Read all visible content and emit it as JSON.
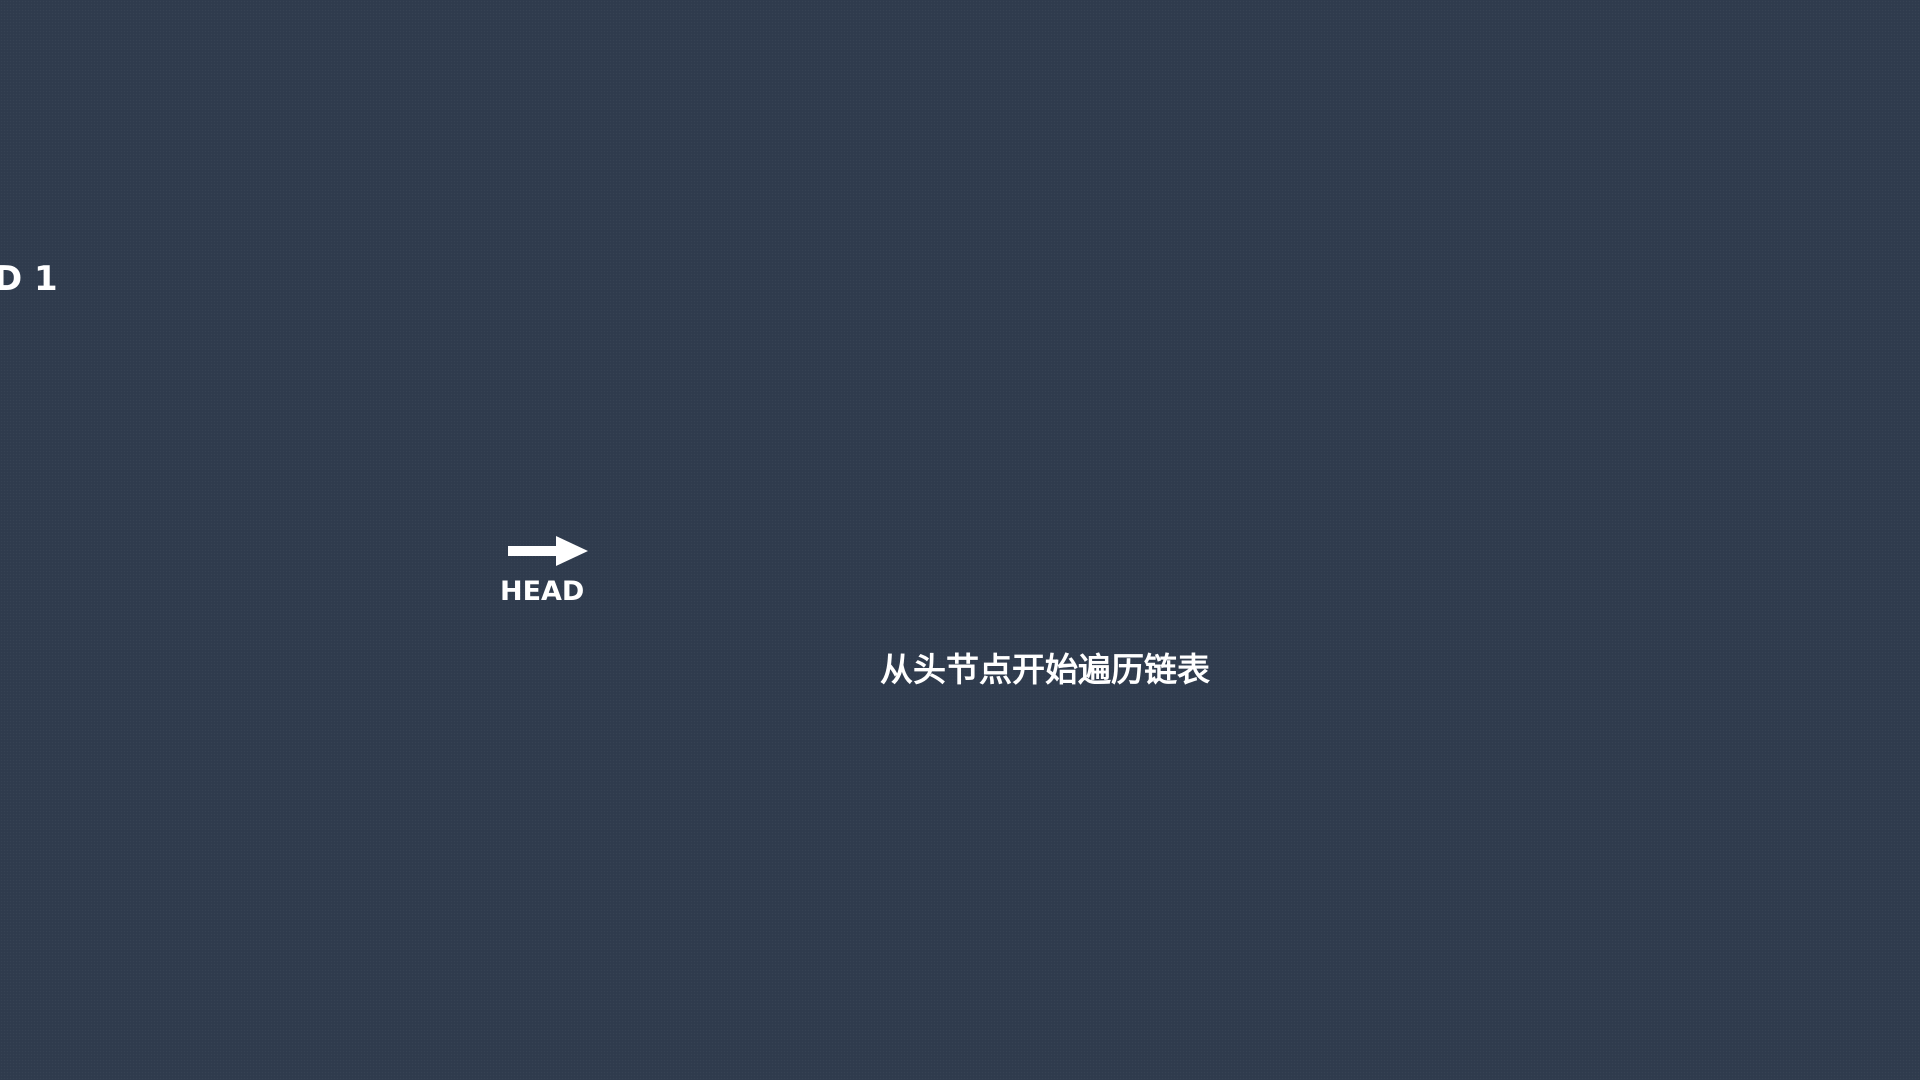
{
  "canvas": {
    "background_color": "#2f3b4d",
    "foreground_color": "#ffffff"
  },
  "corner_label": {
    "text": "D 1"
  },
  "head_pointer": {
    "label": "HEAD",
    "icon": "right-arrow-icon"
  },
  "caption": {
    "text": "从头节点开始遍历链表"
  }
}
